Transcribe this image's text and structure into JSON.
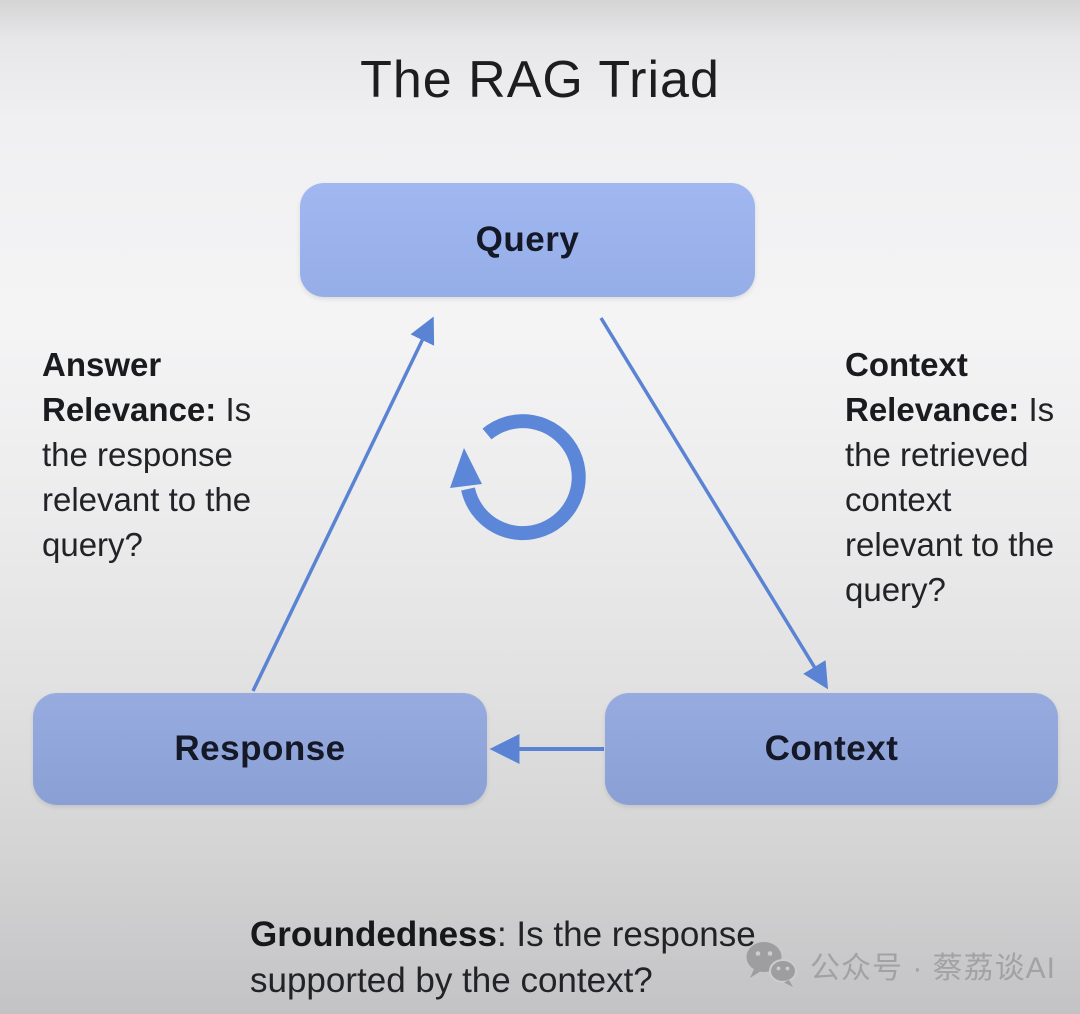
{
  "title": "The RAG Triad",
  "nodes": {
    "query": "Query",
    "response": "Response",
    "context": "Context"
  },
  "annotations": {
    "answer_relevance": {
      "heading": "Answer Relevance:",
      "body": "Is the response relevant to the query?"
    },
    "context_relevance": {
      "heading": "Context Relevance:",
      "body": "Is the retrieved context relevant to the query?"
    },
    "groundedness": {
      "heading": "Groundedness",
      "body": ": Is the response supported by the context?"
    }
  },
  "arrows": [
    {
      "name": "response-to-query",
      "direction": "up"
    },
    {
      "name": "query-to-context",
      "direction": "down"
    },
    {
      "name": "context-to-response",
      "direction": "left"
    }
  ],
  "center_icon": "cycle-arrow-icon",
  "watermark": {
    "icon": "wechat-icon",
    "text": "公众号 · 蔡荔谈AI"
  },
  "colors": {
    "node_fill_query": "#9ab4ee",
    "node_fill_bottom_boxes": "#8fa5da",
    "arrow": "#5b83d3",
    "cycle_icon": "#5c87d8",
    "title_text": "#1d1d1f",
    "node_text": "#141827",
    "watermark_text": "#a2a2a4"
  }
}
